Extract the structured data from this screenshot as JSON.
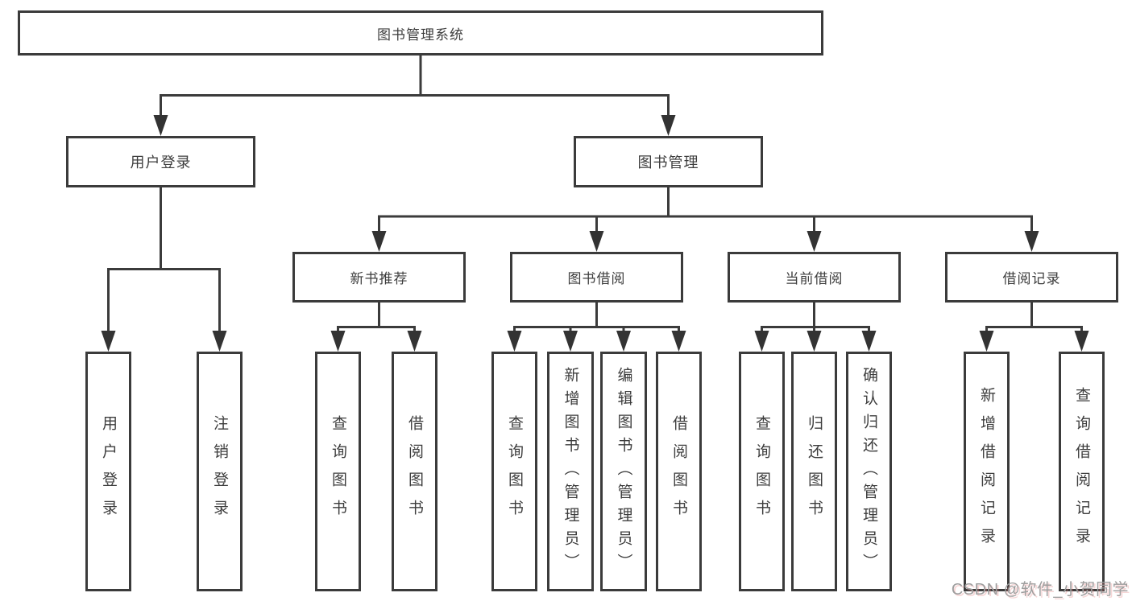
{
  "diagram": {
    "root": {
      "label": "图书管理系统"
    },
    "branches": [
      {
        "label": "用户登录",
        "children": [
          {
            "label": "用户登录"
          },
          {
            "label": "注销登录"
          }
        ]
      },
      {
        "label": "图书管理",
        "children": [
          {
            "label": "新书推荐",
            "children": [
              {
                "label": "查询图书"
              },
              {
                "label": "借阅图书"
              }
            ]
          },
          {
            "label": "图书借阅",
            "children": [
              {
                "label": "查询图书"
              },
              {
                "label": "新增图书（管理员）"
              },
              {
                "label": "编辑图书（管理员）"
              },
              {
                "label": "借阅图书"
              }
            ]
          },
          {
            "label": "当前借阅",
            "children": [
              {
                "label": "查询图书"
              },
              {
                "label": "归还图书"
              },
              {
                "label": "确认归还（管理员）"
              }
            ]
          },
          {
            "label": "借阅记录",
            "children": [
              {
                "label": "新增借阅记录"
              },
              {
                "label": "查询借阅记录"
              }
            ]
          }
        ]
      }
    ]
  },
  "watermark": {
    "text": "CSDN @软件_小贺同学"
  },
  "colors": {
    "line": "#3b3b3b",
    "box_border": "#3b3b3b",
    "text": "#3d3d3d",
    "watermark": "#9e9e9e",
    "background": "#ffffff"
  }
}
